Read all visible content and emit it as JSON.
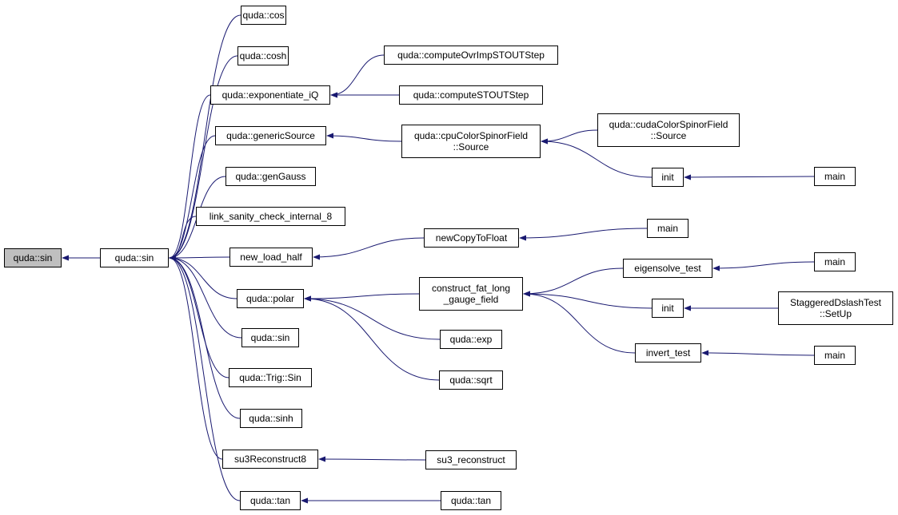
{
  "nodes": {
    "quda_sin_root": {
      "lines": [
        "quda::sin"
      ]
    },
    "quda_sin_mid": {
      "lines": [
        "quda::sin"
      ]
    },
    "quda_cos": {
      "lines": [
        "quda::cos"
      ]
    },
    "quda_cosh": {
      "lines": [
        "quda::cosh"
      ]
    },
    "quda_exponentiate_iQ": {
      "lines": [
        "quda::exponentiate_iQ"
      ]
    },
    "quda_genericSource": {
      "lines": [
        "quda::genericSource"
      ]
    },
    "quda_genGauss": {
      "lines": [
        "quda::genGauss"
      ]
    },
    "link_sanity_check_internal_8": {
      "lines": [
        "link_sanity_check_internal_8"
      ]
    },
    "new_load_half": {
      "lines": [
        "new_load_half"
      ]
    },
    "quda_polar": {
      "lines": [
        "quda::polar"
      ]
    },
    "quda_sin_leaf": {
      "lines": [
        "quda::sin"
      ]
    },
    "quda_Trig_Sin": {
      "lines": [
        "quda::Trig::Sin"
      ]
    },
    "quda_sinh": {
      "lines": [
        "quda::sinh"
      ]
    },
    "su3Reconstruct8": {
      "lines": [
        "su3Reconstruct8"
      ]
    },
    "quda_tan_left": {
      "lines": [
        "quda::tan"
      ]
    },
    "quda_computeOvrImpSTOUTStep": {
      "lines": [
        "quda::computeOvrImpSTOUTStep"
      ]
    },
    "quda_computeSTOUTStep": {
      "lines": [
        "quda::computeSTOUTStep"
      ]
    },
    "quda_cpuColorSpinorField_Source": {
      "lines": [
        "quda::cpuColorSpinorField",
        "::Source"
      ]
    },
    "newCopyToFloat": {
      "lines": [
        "newCopyToFloat"
      ]
    },
    "construct_fat_long_gauge_field": {
      "lines": [
        "construct_fat_long",
        "_gauge_field"
      ]
    },
    "quda_exp": {
      "lines": [
        "quda::exp"
      ]
    },
    "quda_sqrt": {
      "lines": [
        "quda::sqrt"
      ]
    },
    "su3_reconstruct": {
      "lines": [
        "su3_reconstruct"
      ]
    },
    "quda_tan_right": {
      "lines": [
        "quda::tan"
      ]
    },
    "quda_cudaColorSpinorField_Source": {
      "lines": [
        "quda::cudaColorSpinorField",
        "::Source"
      ]
    },
    "init_1": {
      "lines": [
        "init"
      ]
    },
    "main_1": {
      "lines": [
        "main"
      ]
    },
    "main_2": {
      "lines": [
        "main"
      ]
    },
    "eigensolve_test": {
      "lines": [
        "eigensolve_test"
      ]
    },
    "main_3": {
      "lines": [
        "main"
      ]
    },
    "init_2": {
      "lines": [
        "init"
      ]
    },
    "StaggeredDslashTest_SetUp": {
      "lines": [
        "StaggeredDslashTest",
        "::SetUp"
      ]
    },
    "invert_test": {
      "lines": [
        "invert_test"
      ]
    },
    "main_4": {
      "lines": [
        "main"
      ]
    }
  },
  "edges": [
    [
      "quda_sin_mid",
      "quda_sin_root"
    ],
    [
      "quda_cos",
      "quda_sin_mid"
    ],
    [
      "quda_cosh",
      "quda_sin_mid"
    ],
    [
      "quda_exponentiate_iQ",
      "quda_sin_mid"
    ],
    [
      "quda_genericSource",
      "quda_sin_mid"
    ],
    [
      "quda_genGauss",
      "quda_sin_mid"
    ],
    [
      "link_sanity_check_internal_8",
      "quda_sin_mid"
    ],
    [
      "new_load_half",
      "quda_sin_mid"
    ],
    [
      "quda_polar",
      "quda_sin_mid"
    ],
    [
      "quda_sin_leaf",
      "quda_sin_mid"
    ],
    [
      "quda_Trig_Sin",
      "quda_sin_mid"
    ],
    [
      "quda_sinh",
      "quda_sin_mid"
    ],
    [
      "su3Reconstruct8",
      "quda_sin_mid"
    ],
    [
      "quda_tan_left",
      "quda_sin_mid"
    ],
    [
      "quda_computeOvrImpSTOUTStep",
      "quda_exponentiate_iQ"
    ],
    [
      "quda_computeSTOUTStep",
      "quda_exponentiate_iQ"
    ],
    [
      "quda_cpuColorSpinorField_Source",
      "quda_genericSource"
    ],
    [
      "newCopyToFloat",
      "new_load_half"
    ],
    [
      "construct_fat_long_gauge_field",
      "quda_polar"
    ],
    [
      "quda_exp",
      "quda_polar"
    ],
    [
      "quda_sqrt",
      "quda_polar"
    ],
    [
      "su3_reconstruct",
      "su3Reconstruct8"
    ],
    [
      "quda_tan_right",
      "quda_tan_left"
    ],
    [
      "quda_cudaColorSpinorField_Source",
      "quda_cpuColorSpinorField_Source"
    ],
    [
      "init_1",
      "quda_cpuColorSpinorField_Source"
    ],
    [
      "main_1",
      "init_1"
    ],
    [
      "main_2",
      "newCopyToFloat"
    ],
    [
      "eigensolve_test",
      "construct_fat_long_gauge_field"
    ],
    [
      "main_3",
      "eigensolve_test"
    ],
    [
      "init_2",
      "construct_fat_long_gauge_field"
    ],
    [
      "StaggeredDslashTest_SetUp",
      "init_2"
    ],
    [
      "invert_test",
      "construct_fat_long_gauge_field"
    ],
    [
      "main_4",
      "invert_test"
    ]
  ],
  "colors": {
    "edge": "#191970",
    "root_fill": "#bfbfbf",
    "node_border": "#000000"
  }
}
